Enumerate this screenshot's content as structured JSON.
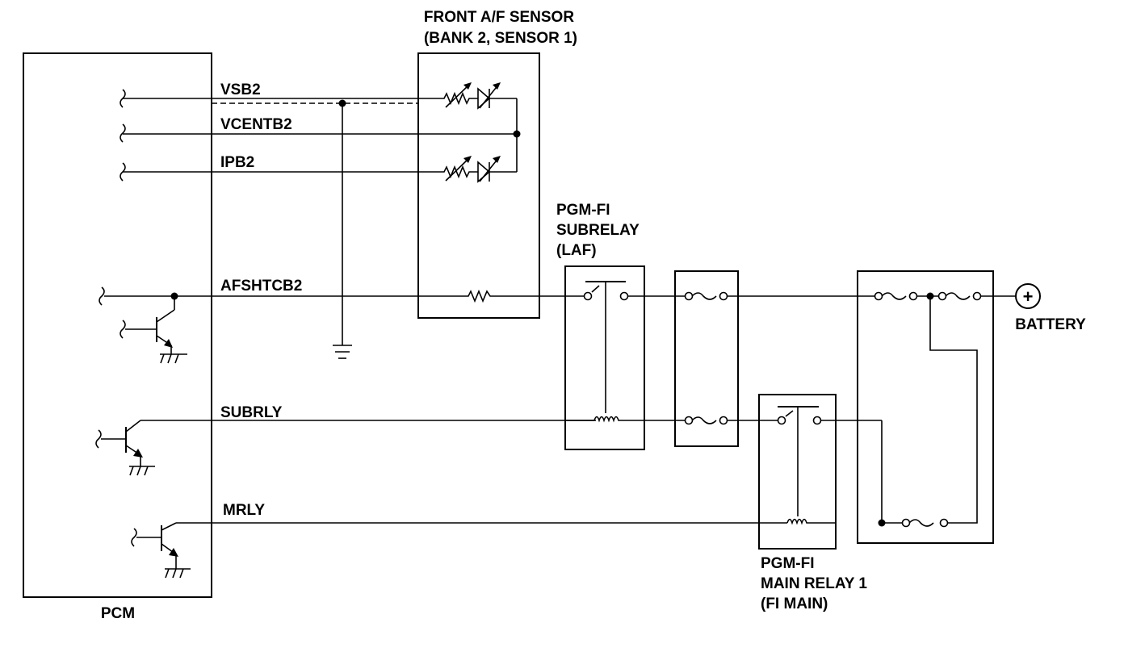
{
  "components": {
    "pcm": "PCM",
    "sensor_line1": "FRONT A/F SENSOR",
    "sensor_line2": "(BANK 2, SENSOR 1)",
    "subrelay_line1": "PGM-FI",
    "subrelay_line2": "SUBRELAY",
    "subrelay_line3": "(LAF)",
    "mainrelay_line1": "PGM-FI",
    "mainrelay_line2": "MAIN RELAY 1",
    "mainrelay_line3": "(FI MAIN)",
    "battery": "BATTERY",
    "battery_symbol": "+"
  },
  "signals": {
    "vsb2": "VSB2",
    "vcentb2": "VCENTB2",
    "ipb2": "IPB2",
    "afshtcb2": "AFSHTCB2",
    "subrly": "SUBRLY",
    "mrly": "MRLY"
  }
}
